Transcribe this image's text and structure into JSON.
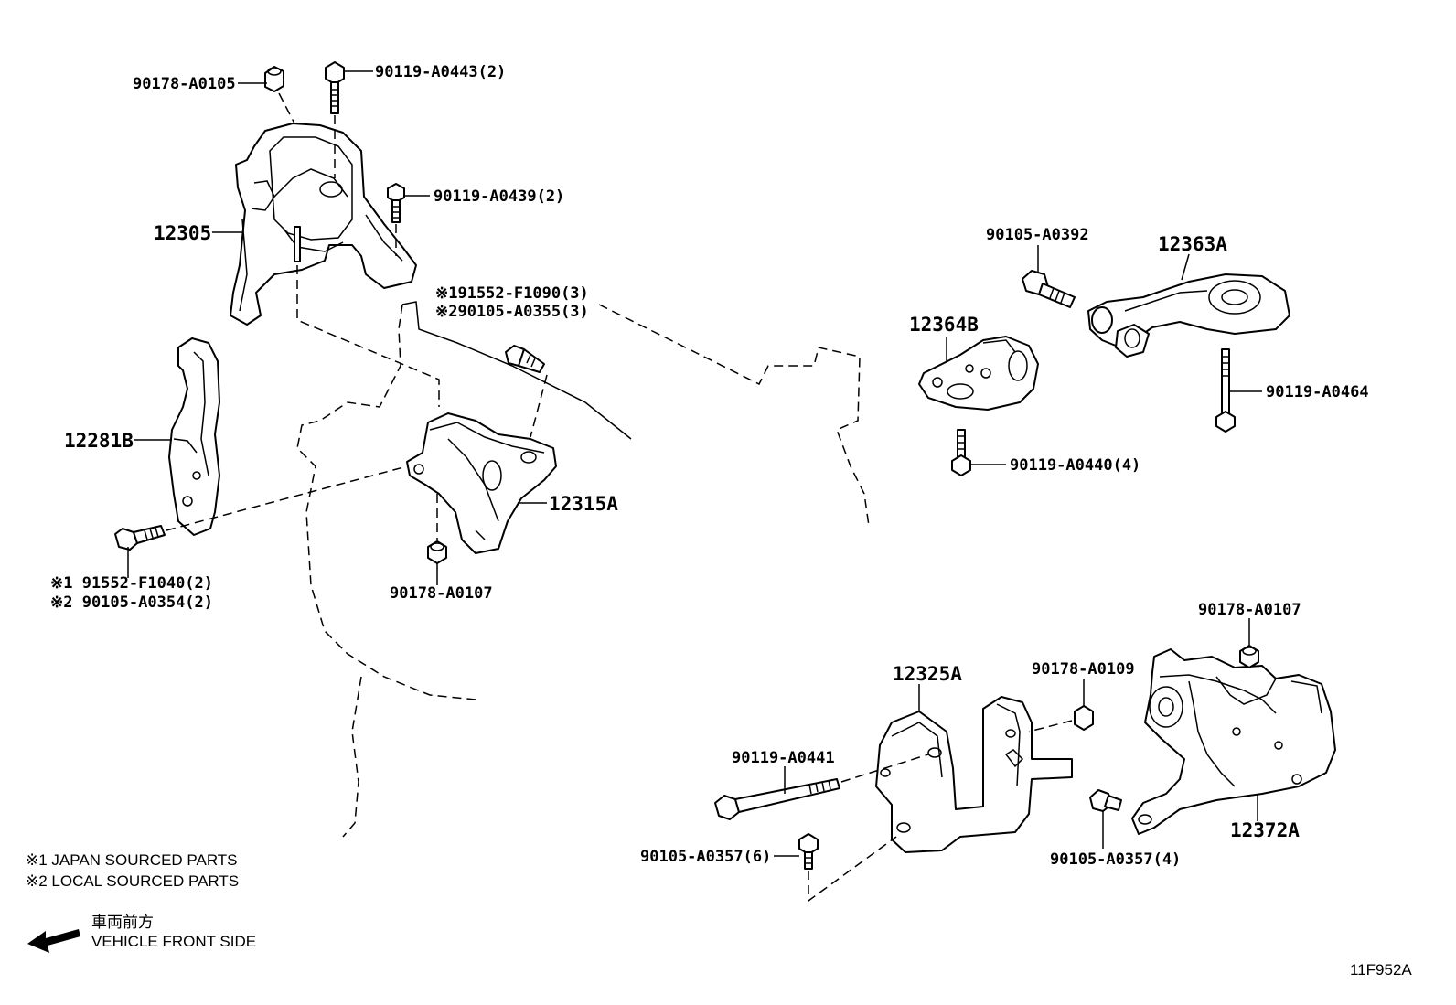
{
  "labels": {
    "p90178_a0105": "90178-A0105",
    "p90119_a0443": "90119-A0443(2)",
    "p90119_a0439": "90119-A0439(2)",
    "p12305": "12305",
    "p191552": "※191552-F1090(3)",
    "p290105": "※290105-A0355(3)",
    "p12281b": "12281B",
    "p12315a": "12315A",
    "p91552": "※1 91552-F1040(2)",
    "p90105_a0354": "※2 90105-A0354(2)",
    "p90178_a0107a": "90178-A0107",
    "p90105_a0392": "90105-A0392",
    "p12363a": "12363A",
    "p12364b": "12364B",
    "p90119_a0464": "90119-A0464",
    "p90119_a0440": "90119-A0440(4)",
    "p90178_a0107b": "90178-A0107",
    "p12325a": "12325A",
    "p90178_a0109": "90178-A0109",
    "p90119_a0441": "90119-A0441",
    "p90105_a0357a": "90105-A0357(6)",
    "p90105_a0357b": "90105-A0357(4)",
    "p12372a": "12372A"
  },
  "notes": {
    "japan": "※1 JAPAN SOURCED PARTS",
    "local": "※2 LOCAL SOURCED PARTS",
    "front_jp": "車両前方",
    "front_en": "VEHICLE FRONT SIDE",
    "code": "11F952A"
  }
}
